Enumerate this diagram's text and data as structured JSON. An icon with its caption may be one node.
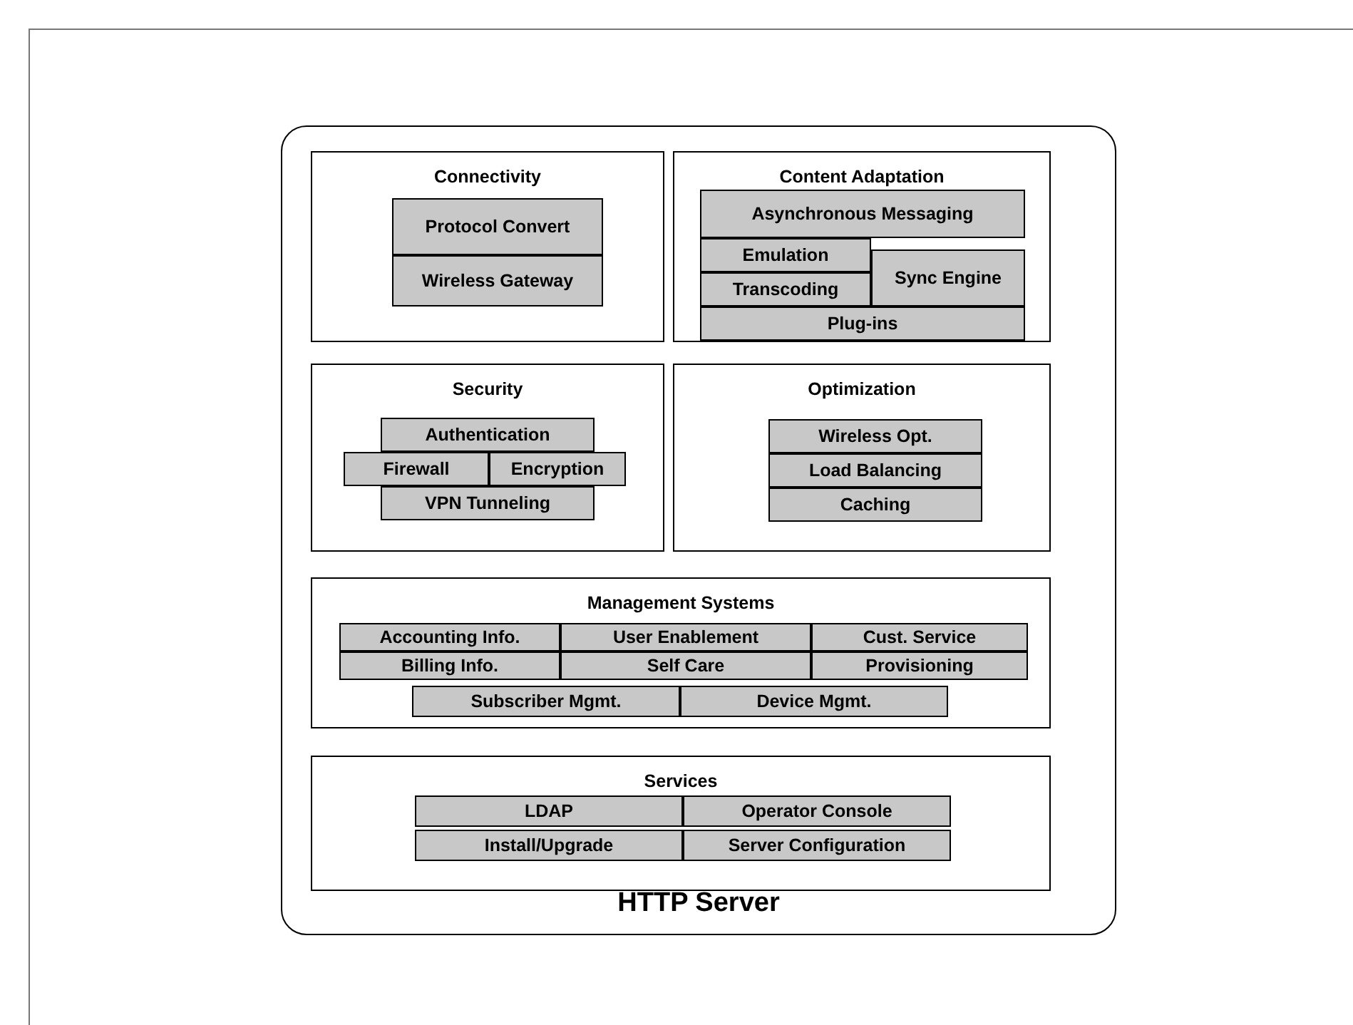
{
  "diagram": {
    "nodes": [
      {
        "text": [
          "HTTP Server"
        ]
      },
      {
        "text": [
          "Connectivity"
        ],
        "in": 0
      },
      {
        "text": [
          "Protocol Convert"
        ],
        "in": 1
      },
      {
        "text": [
          "Wireless Gateway"
        ],
        "in": 1
      },
      {
        "text": [
          "Content Adaptation"
        ],
        "in": 0
      },
      {
        "text": [
          "Asynchronous Messaging"
        ],
        "in": 4
      },
      {
        "text": [
          "Emulation"
        ],
        "in": 4
      },
      {
        "text": [
          "Transcoding"
        ],
        "in": 4
      },
      {
        "text": [
          "Sync Engine"
        ],
        "in": 4
      },
      {
        "text": [
          "Plug-ins"
        ],
        "in": 4
      },
      {
        "text": [
          "Security"
        ],
        "in": 0
      },
      {
        "text": [
          "Authentication"
        ],
        "in": 10
      },
      {
        "text": [
          "Firewall"
        ],
        "in": 10
      },
      {
        "text": [
          "Encryption"
        ],
        "in": 10
      },
      {
        "text": [
          "VPN Tunneling"
        ],
        "in": 10
      },
      {
        "text": [
          "Optimization"
        ],
        "in": 0
      },
      {
        "text": [
          "Wireless Opt."
        ],
        "in": 15
      },
      {
        "text": [
          "Load Balancing"
        ],
        "in": 15
      },
      {
        "text": [
          "Caching"
        ],
        "in": 15
      },
      {
        "text": [
          "Management Systems"
        ],
        "in": 0
      },
      {
        "text": [
          "Accounting Info."
        ],
        "in": 19
      },
      {
        "text": [
          "User Enablement"
        ],
        "in": 19
      },
      {
        "text": [
          "Cust. Service"
        ],
        "in": 19
      },
      {
        "text": [
          "Billing Info."
        ],
        "in": 19
      },
      {
        "text": [
          "Self Care"
        ],
        "in": 19
      },
      {
        "text": [
          "Provisioning"
        ],
        "in": 19
      },
      {
        "text": [
          "Subscriber Mgmt."
        ],
        "in": 19
      },
      {
        "text": [
          "Device Mgmt."
        ],
        "in": 19
      },
      {
        "text": [
          "Services"
        ],
        "in": 0
      },
      {
        "text": [
          "LDAP"
        ],
        "in": 28
      },
      {
        "text": [
          "Operator Console"
        ],
        "in": 28
      },
      {
        "text": [
          "Install/Upgrade"
        ],
        "in": 28
      },
      {
        "text": [
          "Server Configuration"
        ],
        "in": 28
      }
    ]
  }
}
